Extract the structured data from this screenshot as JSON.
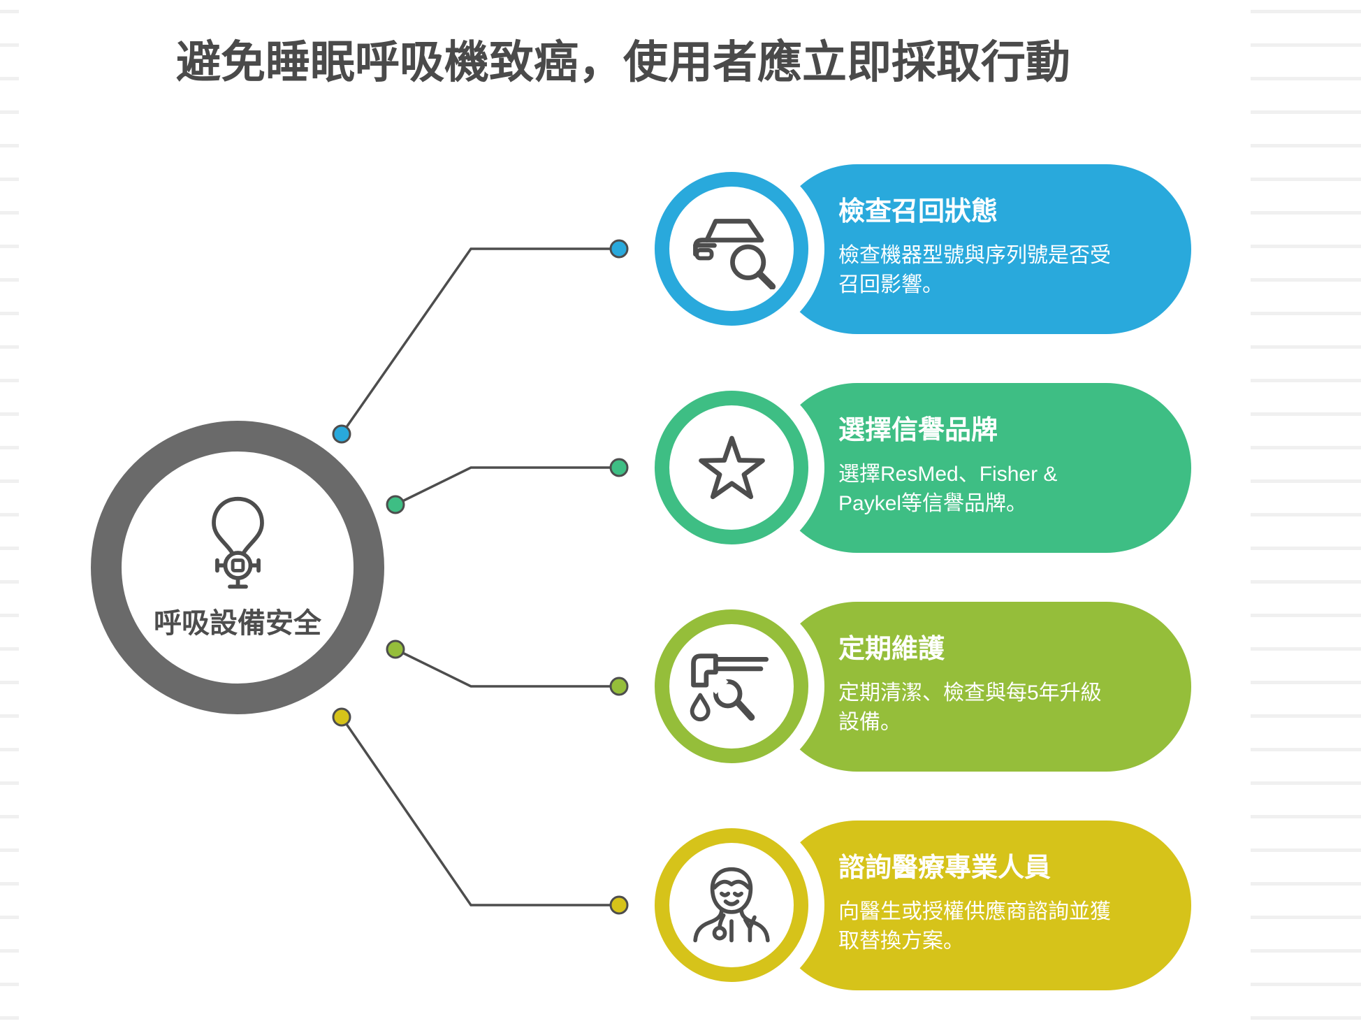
{
  "title": "避免睡眠呼吸機致癌，使用者應立即採取行動",
  "text_color": "#4a4a4a",
  "connector_color": "#4d4d4d",
  "hub": {
    "label": "呼吸設備安全",
    "icon": "cpap-mask-icon",
    "ring_color": "#6a6a6a"
  },
  "cards": [
    {
      "title": "檢查召回狀態",
      "body": "檢查機器型號與序列號是否受\n召回影響。",
      "color": "#29a9dc",
      "icon": "car-recall-search-icon"
    },
    {
      "title": "選擇信譽品牌",
      "body": "選擇ResMed、Fisher &\nPaykel等信譽品牌。",
      "color": "#3ebe84",
      "icon": "star-icon"
    },
    {
      "title": "定期維護",
      "body": "定期清潔、檢查與每5年升級\n設備。",
      "color": "#95be3a",
      "icon": "maintenance-wrench-icon"
    },
    {
      "title": "諮詢醫療專業人員",
      "body": "向醫生或授權供應商諮詢並獲\n取替換方案。",
      "color": "#d6c31a",
      "icon": "doctor-icon"
    }
  ]
}
